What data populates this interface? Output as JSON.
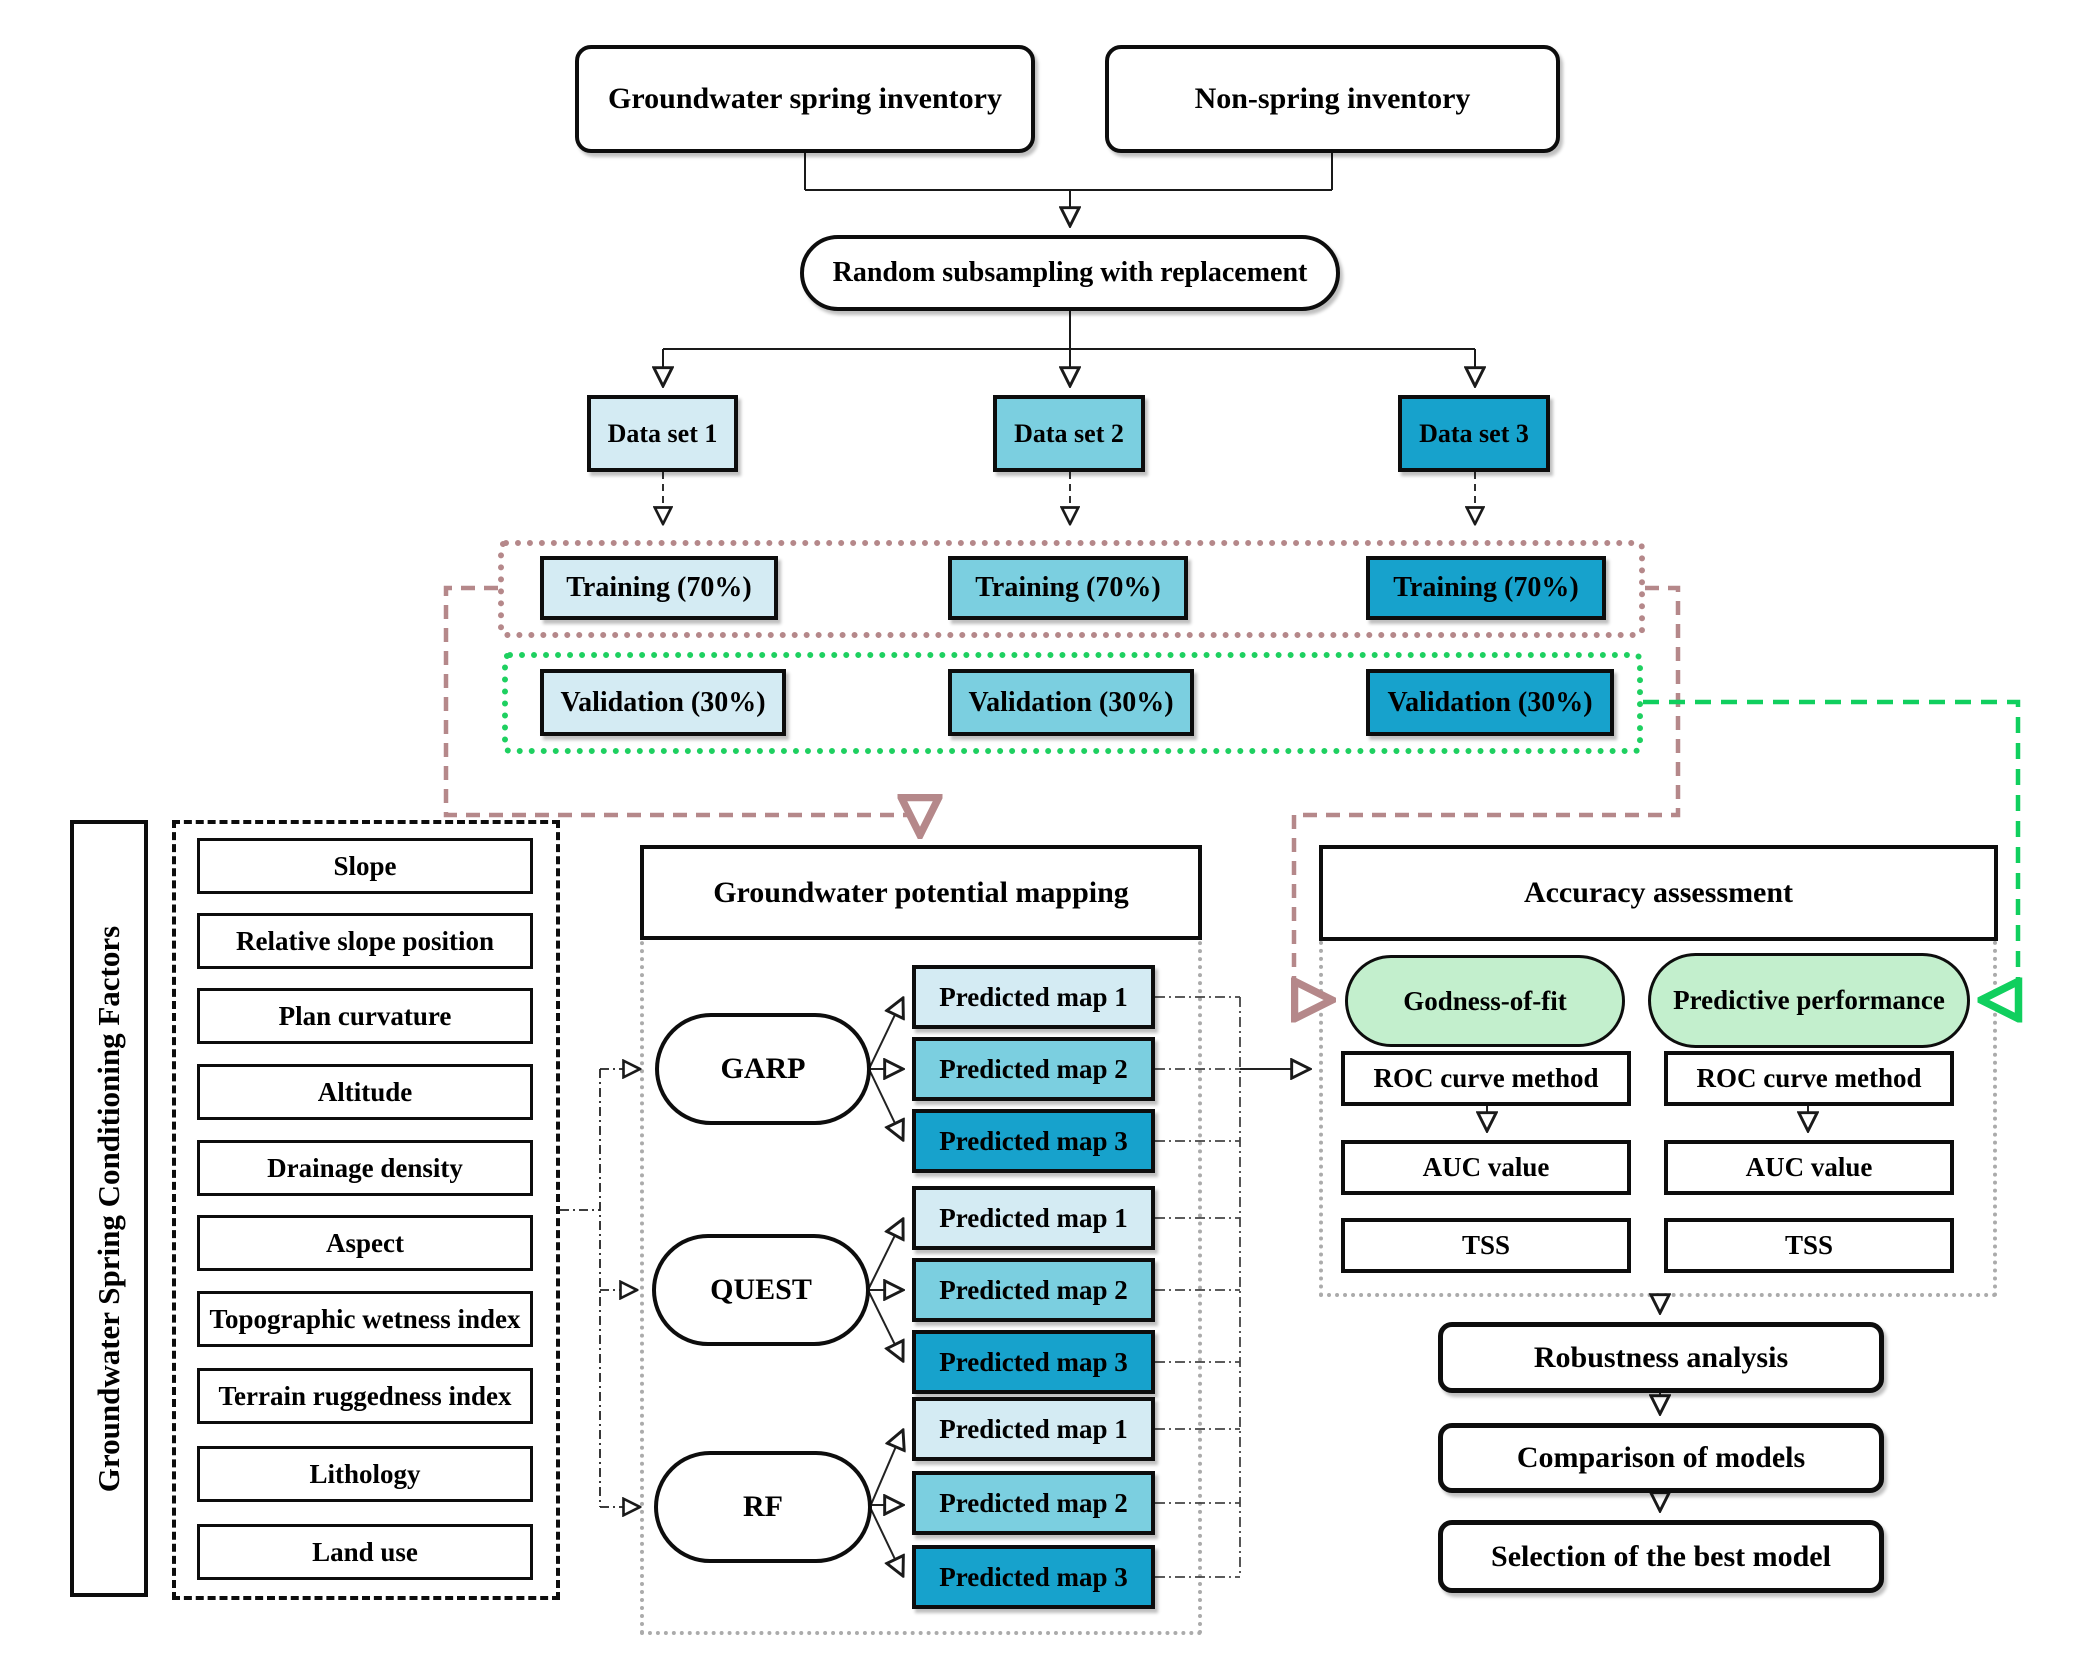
{
  "top": {
    "spring_inventory": "Groundwater spring inventory",
    "non_spring_inventory": "Non-spring inventory",
    "subsampling": "Random subsampling with replacement"
  },
  "datasets": [
    "Data set 1",
    "Data set 2",
    "Data set 3"
  ],
  "training": [
    "Training (70%)",
    "Training (70%)",
    "Training (70%)"
  ],
  "validation": [
    "Validation (30%)",
    "Validation (30%)",
    "Validation (30%)"
  ],
  "factors": {
    "title": "Groundwater Spring Conditioning Factors",
    "items": [
      "Slope",
      "Relative slope position",
      "Plan curvature",
      "Altitude",
      "Drainage density",
      "Aspect",
      "Topographic wetness index",
      "Terrain ruggedness index",
      "Lithology",
      "Land use"
    ]
  },
  "mapping": {
    "title": "Groundwater potential mapping",
    "models": [
      {
        "name": "GARP",
        "maps": [
          "Predicted map 1",
          "Predicted map 2",
          "Predicted map 3"
        ]
      },
      {
        "name": "QUEST",
        "maps": [
          "Predicted map 1",
          "Predicted map 2",
          "Predicted map 3"
        ]
      },
      {
        "name": "RF",
        "maps": [
          "Predicted map 1",
          "Predicted map 2",
          "Predicted map 3"
        ]
      }
    ]
  },
  "accuracy": {
    "title": "Accuracy assessment",
    "branches": [
      {
        "label": "Godness-of-fit",
        "steps": [
          "ROC curve method",
          "AUC value",
          "TSS"
        ]
      },
      {
        "label": "Predictive performance",
        "steps": [
          "ROC curve method",
          "AUC value",
          "TSS"
        ]
      }
    ]
  },
  "final_steps": [
    "Robustness analysis",
    "Comparison of models",
    "Selection of the best model"
  ],
  "colors": {
    "set1_fill": "#d4ebf3",
    "set2_fill": "#7bcfe0",
    "set3_fill": "#17a2cc",
    "training_group_border": "#b5888a",
    "validation_group_border": "#1ed060",
    "assessment_ellipse_fill": "#c3efcd",
    "container_dotted_border": "#ababab"
  }
}
